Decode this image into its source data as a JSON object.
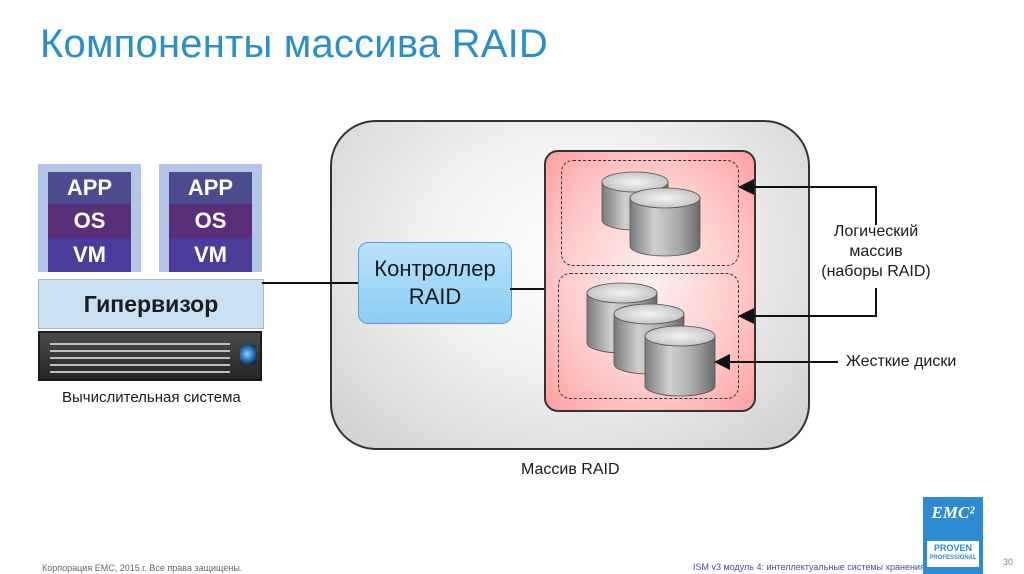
{
  "title": "Компоненты массива RAID",
  "host": {
    "vms": [
      {
        "app": "APP",
        "os": "OS",
        "vm": "VM"
      },
      {
        "app": "APP",
        "os": "OS",
        "vm": "VM"
      }
    ],
    "hypervisor": "Гипервизор",
    "caption": "Вычислительная система"
  },
  "array": {
    "controller_line1": "Контроллер",
    "controller_line2": "RAID",
    "caption": "Массив RAID"
  },
  "labels": {
    "logical_line1": "Логический",
    "logical_line2": "массив",
    "logical_line3": "(наборы RAID)",
    "disks": "Жесткие диски"
  },
  "footer": {
    "copyright": "Корпорация EMC, 2015 г. Все права защищены.",
    "module": "ISM v3 модуль 4: интеллектуальные системы хранения",
    "page": "30"
  },
  "logo": {
    "brand": "EMC²",
    "line1": "PROVEN",
    "line2": "PROFESSIONAL"
  },
  "colors": {
    "title": "#2a8fc9",
    "controller": "#8ccdf5",
    "raid_set": "#ffc9c9"
  }
}
